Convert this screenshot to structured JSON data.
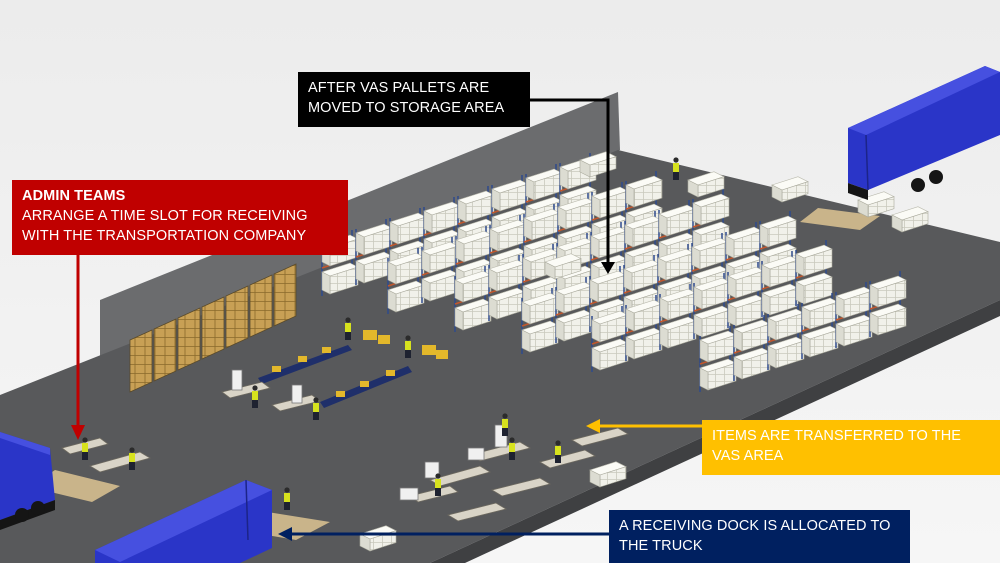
{
  "callouts": {
    "storage": {
      "lines": [
        "AFTER VAS PALLETS ARE",
        "MOVED TO STORAGE AREA"
      ],
      "color": "#000000"
    },
    "admin": {
      "title": "ADMIN TEAMS",
      "lines": [
        "ARRANGE A TIME SLOT FOR RECEIVING",
        "WITH THE TRANSPORTATION COMPANY"
      ],
      "color": "#c00000"
    },
    "vas": {
      "lines": [
        "ITEMS ARE TRANSFERRED TO THE",
        "VAS AREA"
      ],
      "color": "#ffc000"
    },
    "dock": {
      "lines": [
        "A RECEIVING DOCK IS ALLOCATED TO",
        "THE TRUCK"
      ],
      "color": "#002060"
    }
  },
  "colors": {
    "floor": "#595a5c",
    "wall": "#6d6e70",
    "rack_frame": "#2e4a8c",
    "pallet_load": "#efefe6",
    "truck_box": "#2a35c8",
    "carton": "#c9a45a",
    "worker_vest": "#d7e21e"
  }
}
